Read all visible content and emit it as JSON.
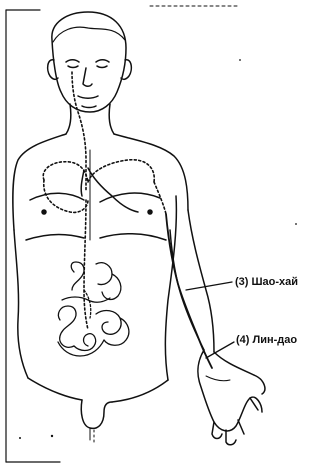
{
  "labels": [
    {
      "id": "label-3",
      "text": "(3) Шао-хай"
    },
    {
      "id": "label-4",
      "text": "(4) Лин-дао"
    }
  ],
  "colors": {
    "ink": "#111111",
    "paper": "#ffffff"
  }
}
